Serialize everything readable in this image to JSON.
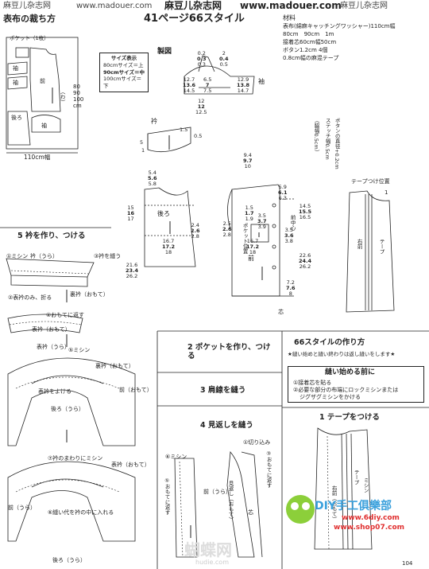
{
  "watermarks": {
    "top_left": "麻豆儿杂志网",
    "top_left_url": "www.madouer.com",
    "top_center": "麻豆儿杂志网",
    "top_center_url": "www.madouer.com",
    "top_right": "麻豆儿杂志网",
    "bottom_center": "蝴蝶网",
    "bottom_center_url": "hudie.com",
    "bottom_right_brand": "DIY手工俱樂部",
    "bottom_right_url1": "www.6diy.com",
    "bottom_right_url2": "www.shop07.com"
  },
  "header": {
    "cutting_title": "表布の裁ち方",
    "style_title": "41ページ66スタイル"
  },
  "materials": {
    "title": "材料",
    "lines": [
      "表布(綿麻キャッチングワッシャー)110cm幅",
      "80cm　90cm　1m",
      "接着芯60cm幅50cm",
      "ボタン1.2cm 4個",
      "0.8cm幅の麻混テープ"
    ]
  },
  "cutting_layout": {
    "pocket_label": "ポケット（1枚）",
    "sode": "袖",
    "mae": "前",
    "ushiro": "後ろ",
    "wa": "（わ）",
    "width_label": "110cm幅",
    "heights": [
      "80",
      "90",
      "100",
      "cm"
    ]
  },
  "size_box": {
    "title": "サイズ表示",
    "l1": "80cmサイズ＝上",
    "l2": "90cmサイズ＝中",
    "l3": "100cmサイズ＝下"
  },
  "pattern": {
    "title": "製図",
    "sleeve": "袖",
    "collar": "衿",
    "back": "後ろ",
    "front": "前",
    "pocket": "ポケット",
    "pocket_pos": "ポケット位置",
    "seam_allow": "芯",
    "tape_pos": "テープつけ位置",
    "right_front": "右前",
    "tape": "テープ",
    "n1": "1",
    "front_center": "前中心",
    "button_pos": "ボタンの直径+0.2cm",
    "stitch": "ステッチ幅0.5cm",
    "waki": "（脇幅0.5cm）",
    "sleeve_nums_top": [
      "0.2",
      "0.3",
      "0.3"
    ],
    "sleeve_nums_top2": [
      "2",
      "0.4",
      "0.5"
    ],
    "sleeve_nums_left": [
      "12.7",
      "13.6",
      "14.5"
    ],
    "sleeve_nums_mid": [
      "6.5",
      "7",
      "7.5"
    ],
    "sleeve_nums_right": [
      "12.9",
      "13.8",
      "14.7"
    ],
    "sleeve_nums_bottom": [
      "12",
      "12",
      "12.5"
    ],
    "collar_nums": [
      "5",
      "1",
      "1.5",
      "0.5"
    ],
    "back_nums_w": [
      "5.4",
      "5.6",
      "5.8"
    ],
    "back_nums_h": [
      "15",
      "16",
      "17"
    ],
    "back_nums_cw": [
      "16.7",
      "17.2",
      "18"
    ],
    "back_nums_l": [
      "21.6",
      "23.4",
      "26.2"
    ],
    "back_nums_s": [
      "2.4",
      "2.6",
      "2.8"
    ],
    "front_nums_w": [
      "9.4",
      "9.7",
      "10"
    ],
    "front_nums_top": [
      "5.9",
      "6.1",
      "6.3"
    ],
    "front_nums_r": [
      "14.5",
      "15.5",
      "16.5"
    ],
    "front_nums_l": [
      "22.6",
      "24.4",
      "26.2"
    ],
    "front_nums_cw": [
      "16.7",
      "17.2",
      "18"
    ],
    "front_nums_p": [
      "3.5",
      "3.7",
      "3.9"
    ],
    "front_nums_p2": [
      "3.5",
      "3.6",
      "3.8"
    ],
    "front_nums_b": [
      "7.2",
      "7.6",
      "8"
    ],
    "front_nums_s": [
      "1.5",
      "1.7",
      "1.9"
    ],
    "front_nums_a": [
      "2.5",
      "2.6",
      "2.8"
    ]
  },
  "step5": {
    "title": "5 衿を作り、つける",
    "s1": "①ミシン",
    "s1b": "衿（うら）",
    "s1c": "③衿を縫う",
    "s2": "②表衿のみ、折る",
    "s2b": "裏衿（おもて）",
    "s3": "④おもてに返す",
    "s4": "表衿（おもて）",
    "s5": "表衿（うら）",
    "s6": "⑤ミシン",
    "s7": "裏衿（おもて）",
    "s8": "表衿をよける",
    "s9": "後ろ（うら）",
    "s10": "前（おもて）",
    "s11": "⑦衿のまわりにミシン",
    "s12": "表衿（おもて）",
    "s13": "⑥縫い代を衿の中に入れる",
    "s14": "前（うら）",
    "s15": "後ろ（うら）"
  },
  "step2": {
    "title": "2 ポケットを作り、つける"
  },
  "step3": {
    "title": "3 肩線を縫う"
  },
  "step4": {
    "title": "4 見返しを縫う",
    "a1": "①切り込み",
    "a2": "⑥ミシン",
    "a3": "③おもてに返す",
    "a4": "前（うら）",
    "a5": "⑤おもてに返す",
    "a6": "見返し（おもて）",
    "a7": "芯"
  },
  "howto": {
    "title": "66スタイルの作り方",
    "note": "★縫い始めと縫い終わりは返し縫いをします★",
    "before": "縫い始める前に",
    "b1": "①接着芯を貼る",
    "b2": "②必要な部分の布端にロックミシンまたは",
    "b3": "ジグザグミシンをかける"
  },
  "step1": {
    "title": "1 テープをつける",
    "a1": "右前（おもて）",
    "a2": "テープ",
    "a3": "ミシン"
  },
  "page_number": "104"
}
